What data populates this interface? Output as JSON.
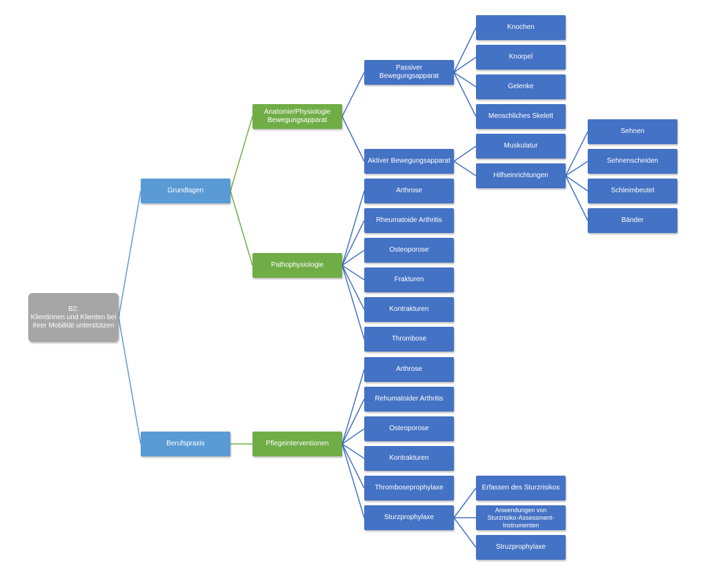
{
  "root": {
    "label": "B2:\nKlientinnen und Klienten bei\nihrer Mobilität unterstützen"
  },
  "level1": {
    "grundlagen": "Grundlagen",
    "berufspraxis": "Berufspraxis"
  },
  "level2": {
    "anatomie": "Anatomie/Physiologie\nBewegungsapparat",
    "patho": "Pathophysiologie",
    "pflege": "Pflegeinterventionen"
  },
  "anatomie_children": {
    "passiv": "Passiver Bewegungsapparat",
    "aktiv": "Aktiver Bewegungsapparat"
  },
  "passiv_children": [
    "Knochen",
    "Knorpel",
    "Gelenke",
    "Menschliches Skelett"
  ],
  "aktiv_children": [
    "Muskulatur",
    "Hilfseinrichtungen"
  ],
  "hilfs_children": [
    "Sehnen",
    "Sehnenscheiden",
    "Schleimbeutel",
    "Bänder"
  ],
  "patho_children": [
    "Arthrose",
    "Rheumatoide Arthritis",
    "Osteoporose",
    "Frakturen",
    "Kontrakturen",
    "Thrombose"
  ],
  "pflege_children": [
    "Arthrose",
    "Rehumatoider Arthritis",
    "Osteoporose",
    "Kontrakturen",
    "Thromboseprophylaxe",
    "Sturzprophylaxe"
  ],
  "sturz_children": [
    "Erfassen des Sturzrisikos",
    "Anwendungen von\nSturzrisiko-Assessment-\nInstrumenten",
    "Struzprophylaxe"
  ],
  "colors": {
    "root": "#a6a6a6",
    "level1": "#5b9bd5",
    "level2": "#70ad47",
    "level3": "#4472c4",
    "link_root": "#5b9bd5",
    "link_green": "#70ad47",
    "link_blue": "#4472c4"
  }
}
